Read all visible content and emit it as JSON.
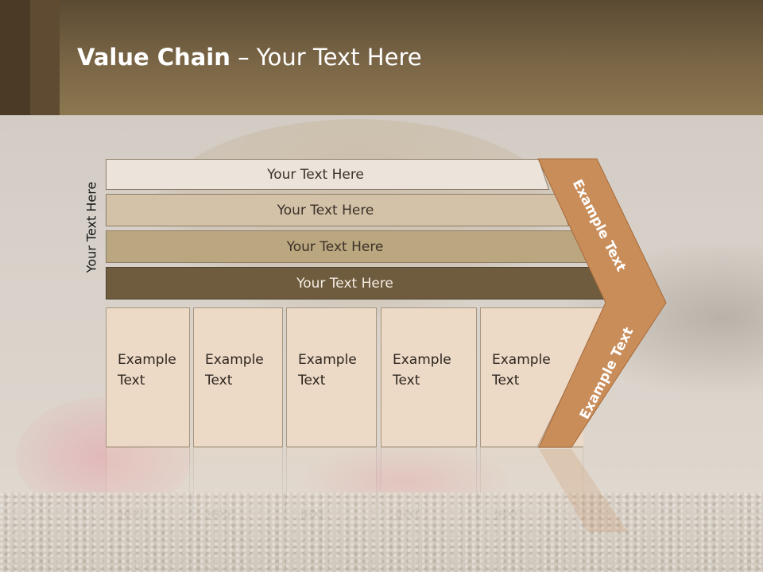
{
  "slide": {
    "title_bold": "Value Chain",
    "title_rest": " – Your Text Here"
  },
  "side_label": "Your Text Here",
  "rows": [
    {
      "label": "Your Text Here",
      "color": "#ece4da"
    },
    {
      "label": "Your Text Here",
      "color": "#d3c2a8"
    },
    {
      "label": "Your Text Here",
      "color": "#bba77f"
    },
    {
      "label": "Your Text Here",
      "color": "#6f5c3e"
    }
  ],
  "cards": [
    {
      "line1": "Example",
      "line2": "Text"
    },
    {
      "line1": "Example",
      "line2": "Text"
    },
    {
      "line1": "Example",
      "line2": "Text"
    },
    {
      "line1": "Example",
      "line2": "Text"
    },
    {
      "line1": "Example",
      "line2": "Text"
    }
  ],
  "chevron": {
    "upper_text": "Example Text",
    "lower_text": "Example Text",
    "color": "#c98d5a"
  }
}
